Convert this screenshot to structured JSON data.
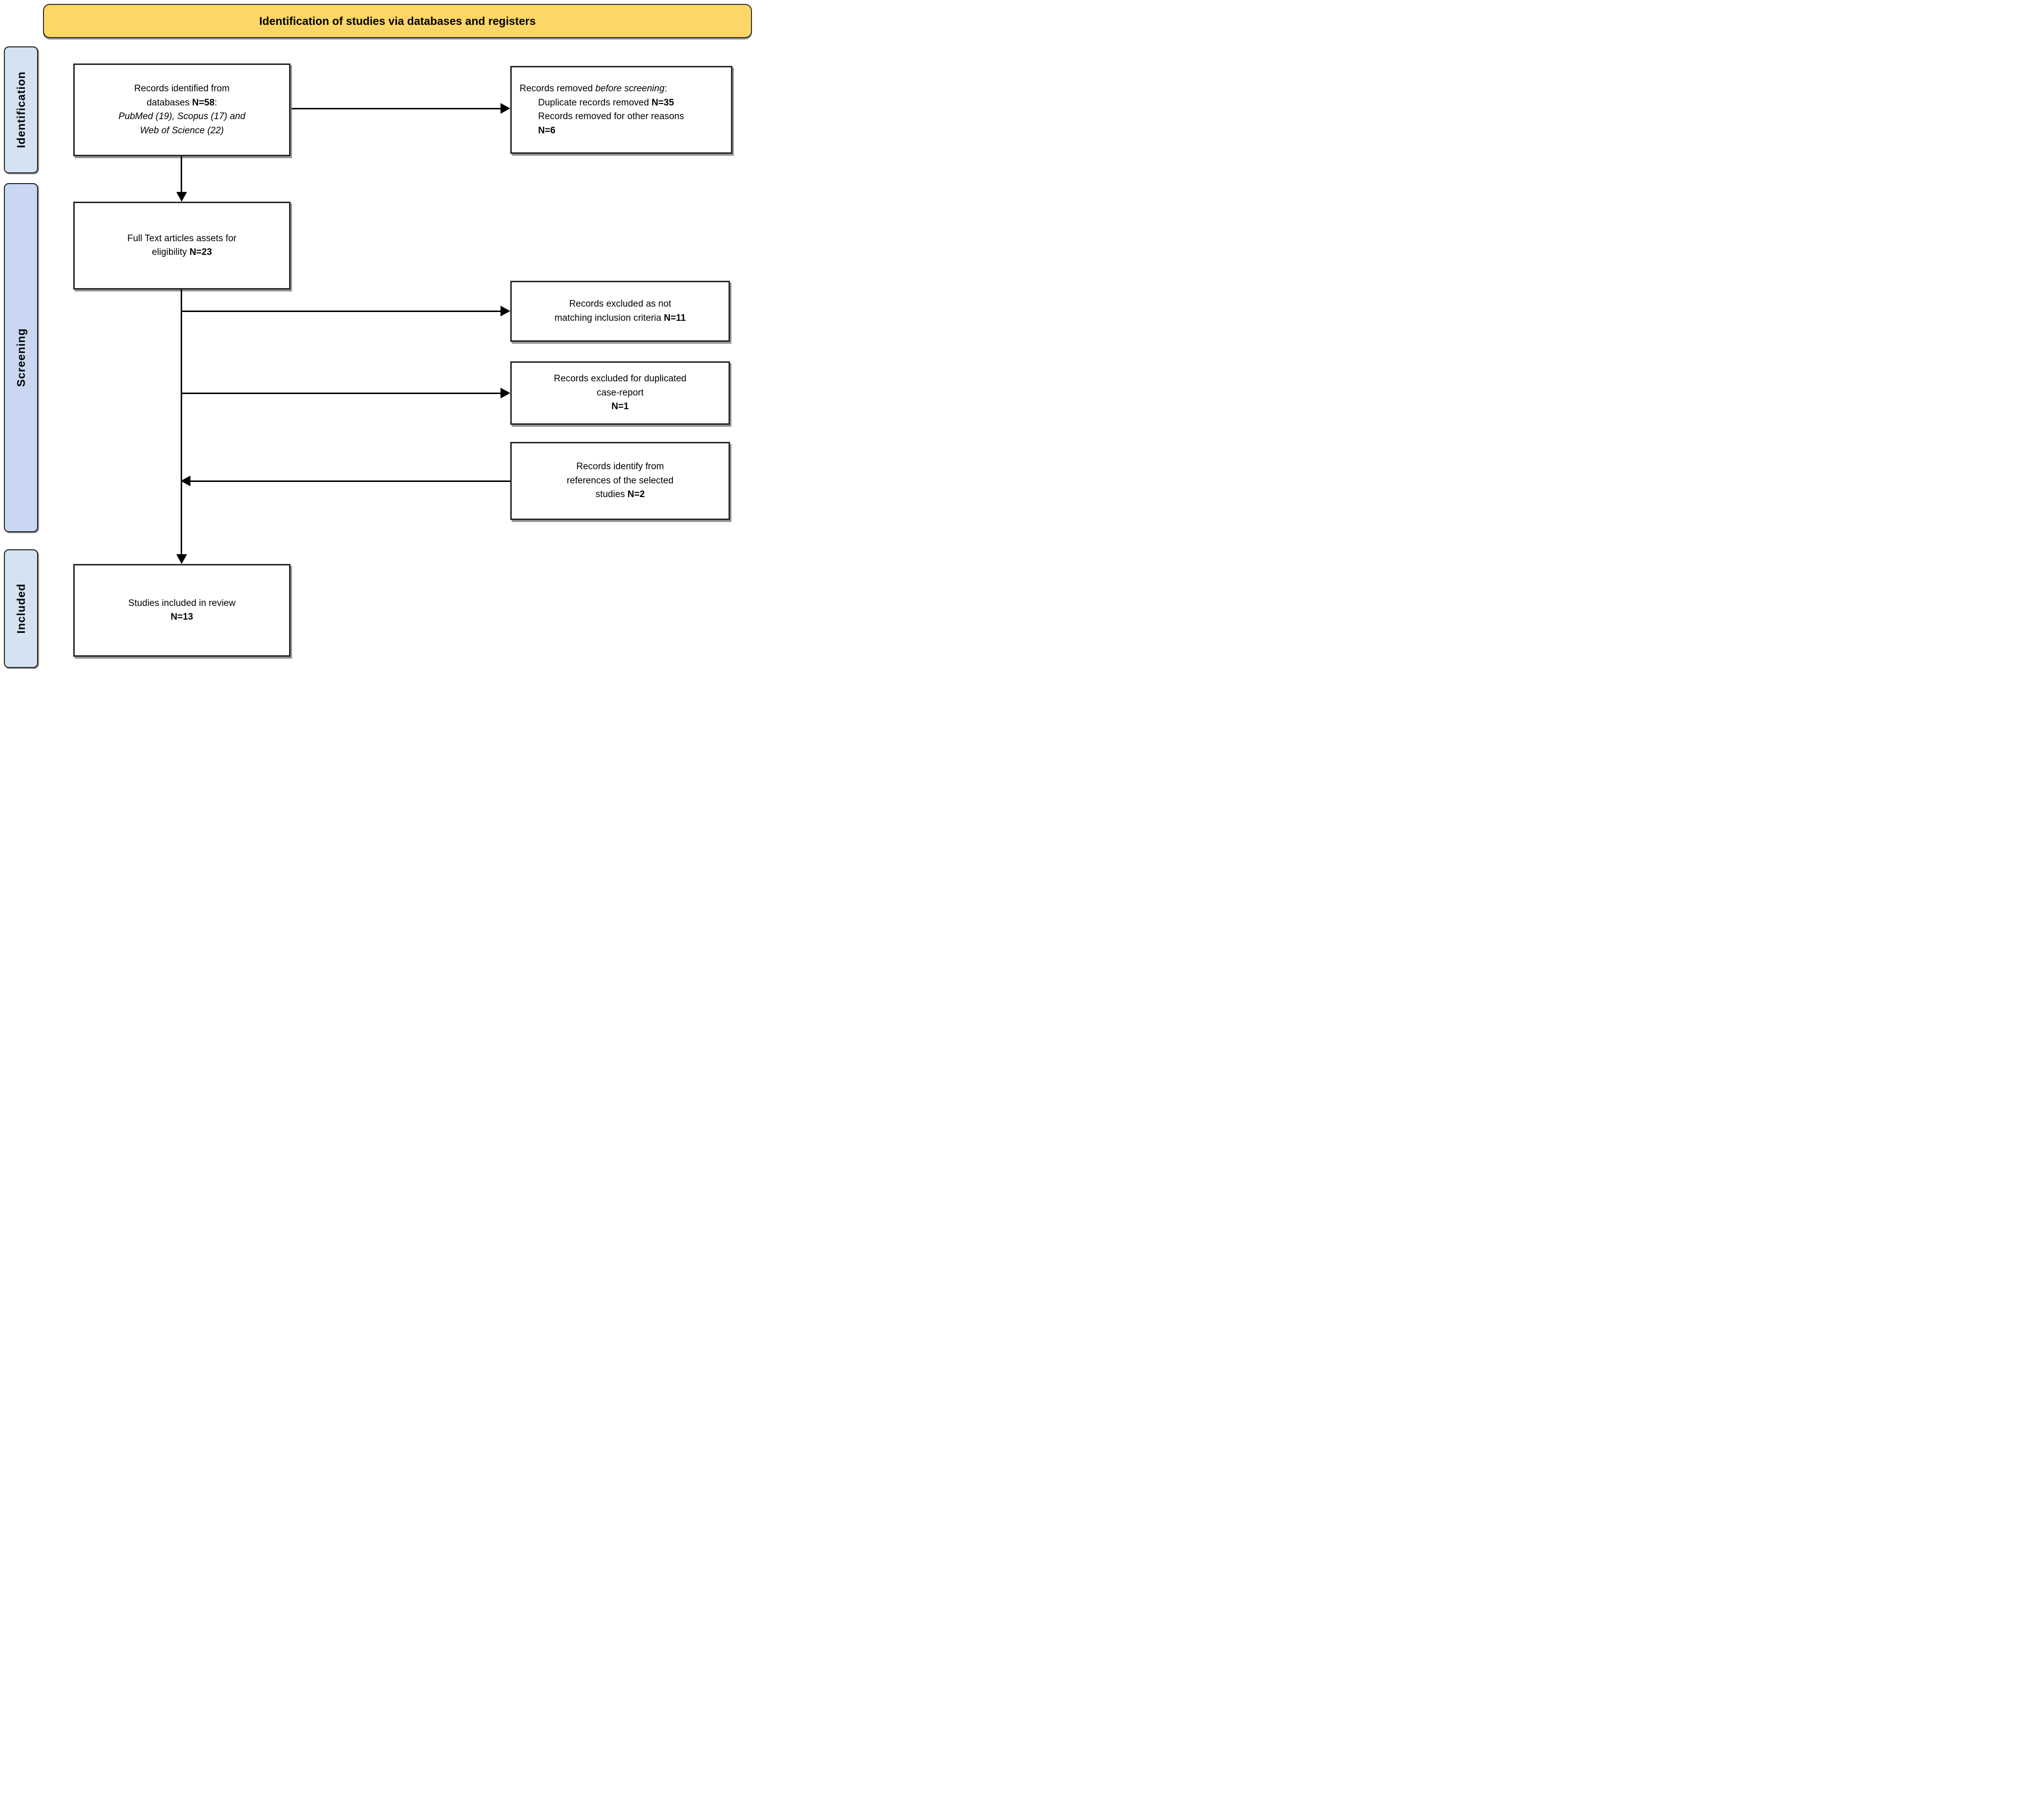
{
  "figure": {
    "title_bar": "Identification of studies via databases and registers"
  },
  "phase_bands": {
    "identification": "Identification",
    "screening": "Screening",
    "included": "Included"
  },
  "boxes": {
    "records_identified": {
      "line1": "Records identified from",
      "line2_text": "databases ",
      "line2_n": "N=58",
      "line2_colon": ":",
      "line3_italic": "PubMed (19), Scopus (17) and",
      "line4_italic": "Web of Science (22)"
    },
    "records_removed": {
      "line1_text": "Records removed ",
      "line1_italic": "before screening",
      "line1_colon": ":",
      "line2_text": "Duplicate records removed ",
      "line2_n": "N=35",
      "line3_text": "Records removed for other reasons",
      "line4_n": "N=6"
    },
    "full_text": {
      "line1": "Full Text articles assets for",
      "line2_text": "eligibility ",
      "line2_n": "N=23"
    },
    "excluded_not_matching": {
      "line1": "Records excluded as not",
      "line2_text": "matching inclusion criteria ",
      "line2_n": "N=11"
    },
    "excluded_duplicated": {
      "line1": "Records excluded for duplicated",
      "line2": "case-report",
      "line3_n": "N=1"
    },
    "records_references": {
      "line1": "Records identify from",
      "line2": "references of the selected",
      "line3_text": "studies ",
      "line3_n": "N=2"
    },
    "studies_included": {
      "line1": "Studies included in review",
      "line2_n": "N=13"
    }
  },
  "colors": {
    "title_bg": "#FCD666",
    "band_identification_bg": "#D4E2F1",
    "band_screening_bg": "#C9D7F3",
    "band_included_bg": "#D4E2F1",
    "box_border": "#262626",
    "arrow": "#000000",
    "shadow": "#969696"
  }
}
